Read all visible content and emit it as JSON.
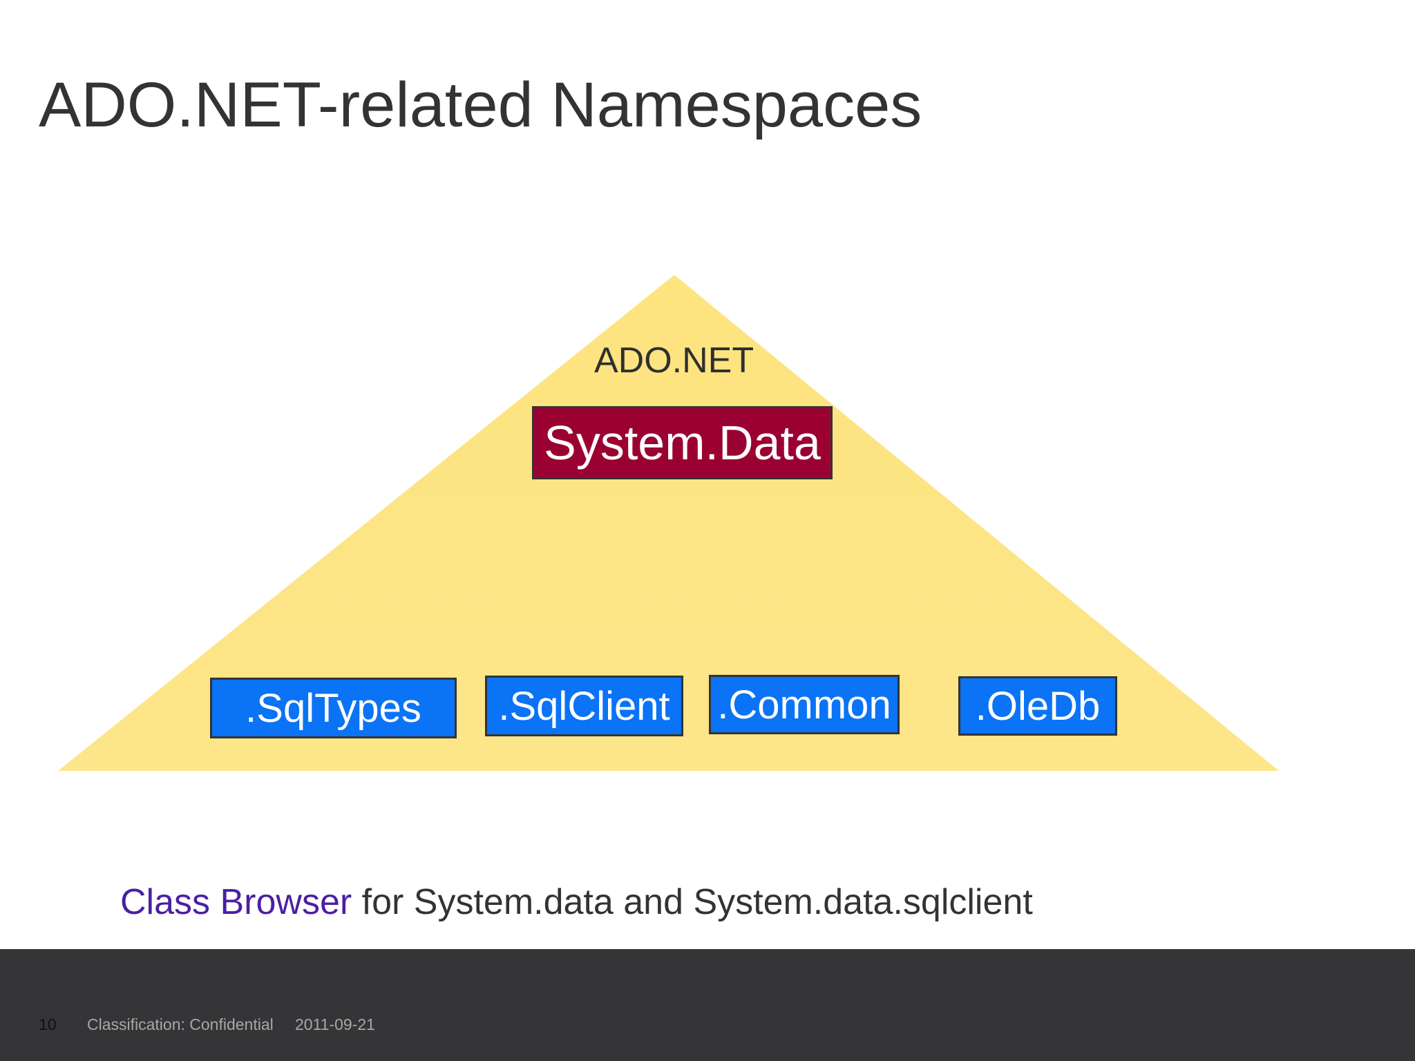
{
  "slide": {
    "title": "ADO.NET-related Namespaces"
  },
  "diagram": {
    "pyramid_label": "ADO.NET",
    "root": "System.Data",
    "children": [
      ".SqlTypes",
      ".SqlClient",
      ".Common",
      ".OleDb"
    ],
    "colors": {
      "pyramid": "#fde583",
      "root_box": "#9b0033",
      "child_box": "#0b73f5",
      "box_border": "#333333"
    }
  },
  "caption": {
    "link_text": "Class Browser",
    "rest_text": " for System.data and System.data.sqlclient",
    "link_color": "#4b1fa3"
  },
  "footer": {
    "page_number": "10",
    "classification": "Classification: Confidential",
    "date": "2011-09-21",
    "background": "#353436"
  }
}
